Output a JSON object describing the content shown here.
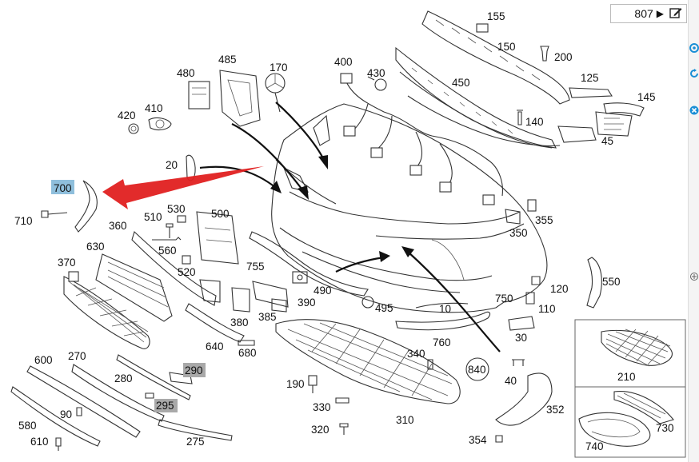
{
  "reference": {
    "text": "807",
    "arrow": "▶"
  },
  "sidebar": {
    "icons": [
      "circle-arrow-icon",
      "refresh-icon",
      "cross-icon",
      "target-icon"
    ]
  },
  "diagram": {
    "colors": {
      "arrow": "#e02020",
      "highlight": "#8fbfdc",
      "gray_label": "#a9a9a9"
    },
    "labels": [
      {
        "id": "155",
        "text": "155"
      },
      {
        "id": "150",
        "text": "150"
      },
      {
        "id": "200",
        "text": "200"
      },
      {
        "id": "485",
        "text": "485"
      },
      {
        "id": "170",
        "text": "170"
      },
      {
        "id": "400",
        "text": "400"
      },
      {
        "id": "430",
        "text": "430"
      },
      {
        "id": "450",
        "text": "450"
      },
      {
        "id": "125",
        "text": "125"
      },
      {
        "id": "480",
        "text": "480"
      },
      {
        "id": "145",
        "text": "145"
      },
      {
        "id": "420",
        "text": "420"
      },
      {
        "id": "410",
        "text": "410"
      },
      {
        "id": "140",
        "text": "140"
      },
      {
        "id": "45",
        "text": "45"
      },
      {
        "id": "20",
        "text": "20"
      },
      {
        "id": "700",
        "text": "700"
      },
      {
        "id": "710",
        "text": "710"
      },
      {
        "id": "510",
        "text": "510"
      },
      {
        "id": "530",
        "text": "530"
      },
      {
        "id": "500",
        "text": "500"
      },
      {
        "id": "355",
        "text": "355"
      },
      {
        "id": "360",
        "text": "360"
      },
      {
        "id": "350",
        "text": "350"
      },
      {
        "id": "630",
        "text": "630"
      },
      {
        "id": "560",
        "text": "560"
      },
      {
        "id": "520",
        "text": "520"
      },
      {
        "id": "370",
        "text": "370"
      },
      {
        "id": "755",
        "text": "755"
      },
      {
        "id": "550",
        "text": "550"
      },
      {
        "id": "490",
        "text": "490"
      },
      {
        "id": "120",
        "text": "120"
      },
      {
        "id": "390",
        "text": "390"
      },
      {
        "id": "750",
        "text": "750"
      },
      {
        "id": "385",
        "text": "385"
      },
      {
        "id": "495",
        "text": "495"
      },
      {
        "id": "110",
        "text": "110"
      },
      {
        "id": "380",
        "text": "380"
      },
      {
        "id": "10",
        "text": "10"
      },
      {
        "id": "640",
        "text": "640"
      },
      {
        "id": "30",
        "text": "30"
      },
      {
        "id": "680",
        "text": "680"
      },
      {
        "id": "760",
        "text": "760"
      },
      {
        "id": "340",
        "text": "340"
      },
      {
        "id": "600",
        "text": "600"
      },
      {
        "id": "270",
        "text": "270"
      },
      {
        "id": "290",
        "text": "290"
      },
      {
        "id": "840",
        "text": "840"
      },
      {
        "id": "210",
        "text": "210"
      },
      {
        "id": "280",
        "text": "280"
      },
      {
        "id": "190",
        "text": "190"
      },
      {
        "id": "40",
        "text": "40"
      },
      {
        "id": "295",
        "text": "295"
      },
      {
        "id": "330",
        "text": "330"
      },
      {
        "id": "310",
        "text": "310"
      },
      {
        "id": "352",
        "text": "352"
      },
      {
        "id": "90",
        "text": "90"
      },
      {
        "id": "580",
        "text": "580"
      },
      {
        "id": "730",
        "text": "730"
      },
      {
        "id": "320",
        "text": "320"
      },
      {
        "id": "275",
        "text": "275"
      },
      {
        "id": "610",
        "text": "610"
      },
      {
        "id": "354",
        "text": "354"
      },
      {
        "id": "740",
        "text": "740"
      }
    ]
  }
}
